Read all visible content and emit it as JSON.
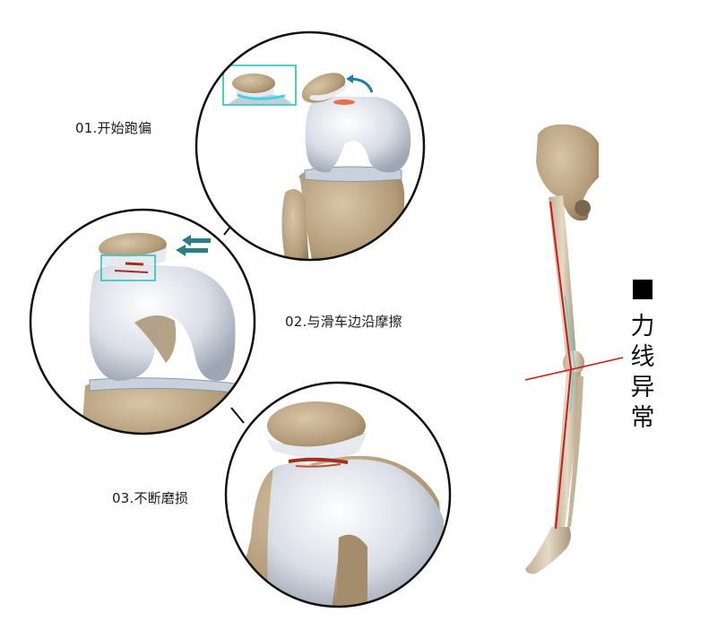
{
  "steps": [
    {
      "id": "01",
      "label": "01.开始跑偏"
    },
    {
      "id": "02",
      "label": "02.与滑车边沿摩擦"
    },
    {
      "id": "03",
      "label": "03.不断磨损"
    }
  ],
  "side_title": {
    "marker": "■",
    "chars": [
      "力",
      "线",
      "异",
      "常"
    ]
  },
  "colors": {
    "circle_stroke": "#111111",
    "highlight_box": "#3cc8c0",
    "arrow_teal": "#2a7f84",
    "arrow_blue": "#1f7fa8",
    "friction_red": "#e85a2a",
    "wear_red": "#a0301c",
    "mechanical_axis": "#cc1a1a",
    "anatomical_axis": "#5fd6d0",
    "bone": "#c7b49a",
    "cartilage": "#dfe3ea"
  }
}
